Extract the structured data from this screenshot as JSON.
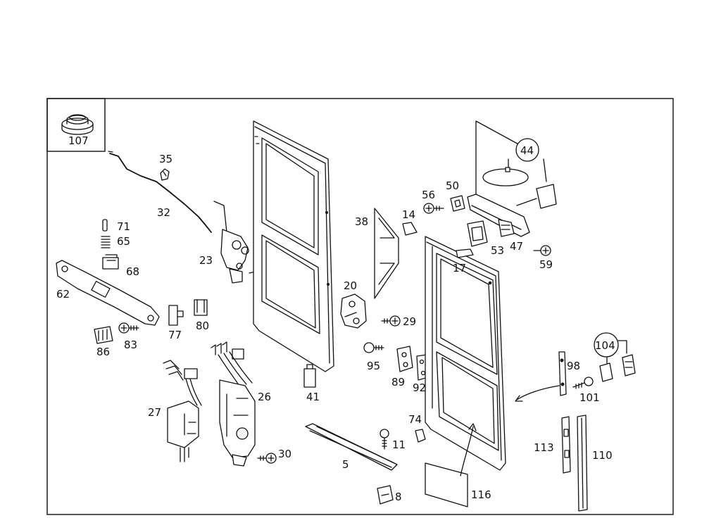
{
  "labels": {
    "l107": "107",
    "l35": "35",
    "l32": "32",
    "l71": "71",
    "l65": "65",
    "l68": "68",
    "l62": "62",
    "l23": "23",
    "l77": "77",
    "l80": "80",
    "l86": "86",
    "l83": "83",
    "l27": "27",
    "l26": "26",
    "l30": "30",
    "l41": "41",
    "l38": "38",
    "l20": "20",
    "l14": "14",
    "l29": "29",
    "l95": "95",
    "l89": "89",
    "l92": "92",
    "l5": "5",
    "l11": "11",
    "l74": "74",
    "l8": "8",
    "l56": "56",
    "l50": "50",
    "l44": "44",
    "l47": "47",
    "l53": "53",
    "l17": "17",
    "l59": "59",
    "l104": "104",
    "l98": "98",
    "l101": "101",
    "l113": "113",
    "l110": "110",
    "l116": "116"
  }
}
